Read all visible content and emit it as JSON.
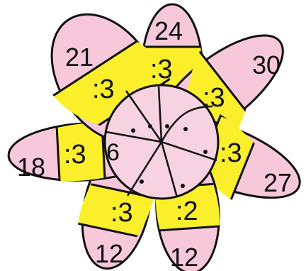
{
  "colors": {
    "petal_pink": "#f6c8da",
    "band_yellow": "#fbef2c",
    "center_pink": "#f7d2e0",
    "outline": "#111111",
    "background": "#ffffff"
  },
  "petals": [
    {
      "id": "top",
      "number": "24",
      "operation": ":3",
      "answer": ""
    },
    {
      "id": "upper-right",
      "number": "30",
      "operation": ":3",
      "answer": ""
    },
    {
      "id": "right",
      "number": "27",
      "operation": ":3",
      "answer": ""
    },
    {
      "id": "lower-right",
      "number": "12",
      "operation": ":2",
      "answer": ""
    },
    {
      "id": "lower-left",
      "number": "12",
      "operation": ":3",
      "answer": ""
    },
    {
      "id": "left",
      "number": "18",
      "operation": ":3",
      "answer": "6"
    },
    {
      "id": "upper-left",
      "number": "21",
      "operation": ":3",
      "answer": ""
    }
  ]
}
